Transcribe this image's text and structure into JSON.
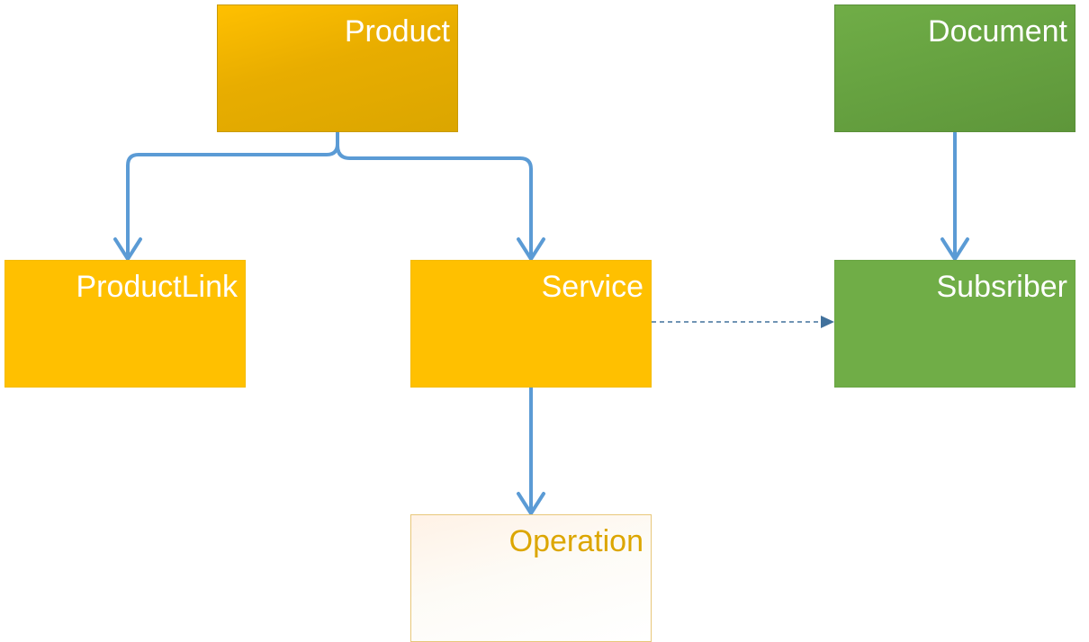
{
  "diagram": {
    "nodes": {
      "product": {
        "label": "Product"
      },
      "document": {
        "label": "Document"
      },
      "productlink": {
        "label": "ProductLink"
      },
      "service": {
        "label": "Service"
      },
      "subscriber": {
        "label": "Subsriber"
      },
      "operation": {
        "label": "Operation"
      }
    },
    "edges": [
      {
        "from": "Product",
        "to": "ProductLink",
        "style": "solid"
      },
      {
        "from": "Product",
        "to": "Service",
        "style": "solid"
      },
      {
        "from": "Document",
        "to": "Subsriber",
        "style": "solid"
      },
      {
        "from": "Service",
        "to": "Operation",
        "style": "solid"
      },
      {
        "from": "Service",
        "to": "Subsriber",
        "style": "dashed"
      }
    ],
    "colors": {
      "yellow": "#ffc000",
      "green": "#70ad47",
      "connector": "#5b9bd5",
      "dashed_connector": "#41719c",
      "operation_text": "#dca600"
    }
  }
}
